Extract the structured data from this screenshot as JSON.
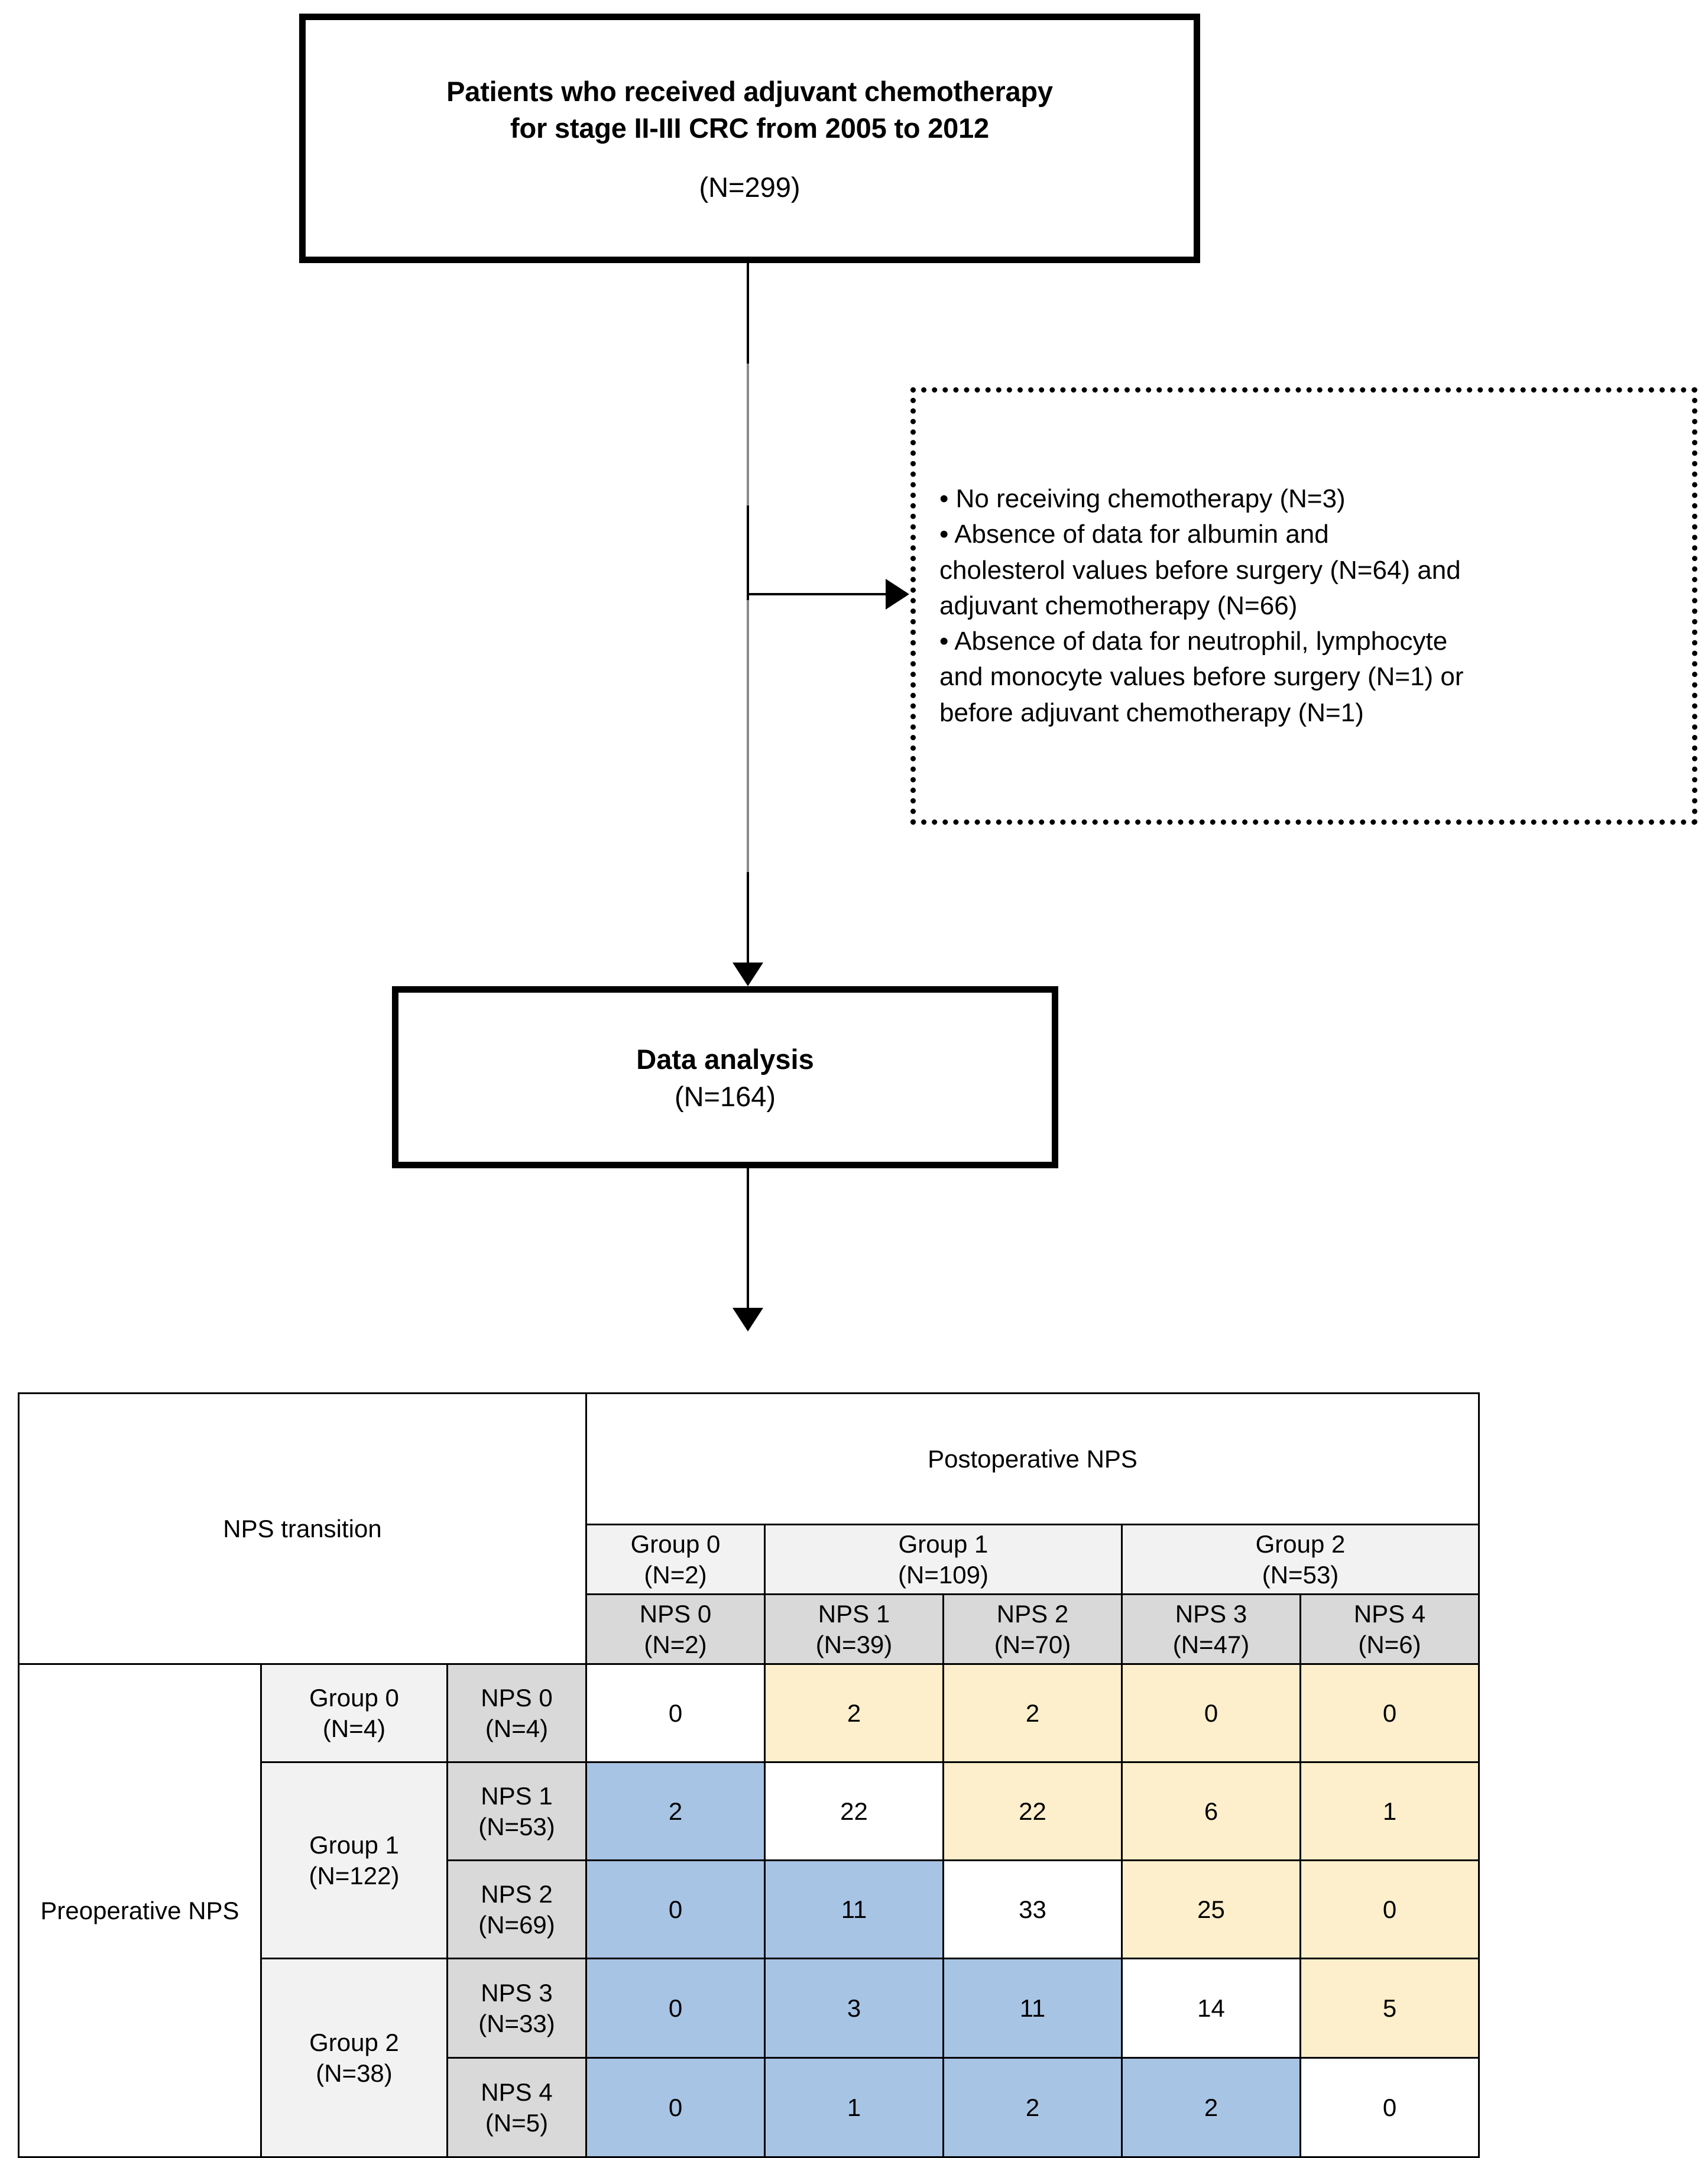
{
  "flowchart": {
    "top_box": {
      "line1": "Patients who received adjuvant chemotherapy",
      "line2": "for stage II-III CRC from 2005 to 2012",
      "count": "(N=299)"
    },
    "exclusion_box": {
      "items": [
        "• No receiving chemotherapy (N=3)",
        "• Absence of data for albumin and",
        "cholesterol values before surgery (N=64) and",
        "adjuvant chemotherapy (N=66)",
        "• Absence of data for neutrophil, lymphocyte",
        "and monocyte values before surgery (N=1) or",
        "before adjuvant chemotherapy (N=1)"
      ]
    },
    "analysis_box": {
      "title": "Data analysis",
      "count": "(N=164)"
    }
  },
  "chart_data": {
    "type": "table",
    "title": "NPS transition",
    "row_axis_label": "Preoperative NPS",
    "column_axis_label": "Postoperative NPS",
    "column_groups": [
      {
        "label": "Group 0",
        "count": "(N=2)",
        "span": 1
      },
      {
        "label": "Group 1",
        "count": "(N=109)",
        "span": 2
      },
      {
        "label": "Group 2",
        "count": "(N=53)",
        "span": 2
      }
    ],
    "columns": [
      {
        "label": "NPS 0",
        "count": "(N=2)"
      },
      {
        "label": "NPS 1",
        "count": "(N=39)"
      },
      {
        "label": "NPS 2",
        "count": "(N=70)"
      },
      {
        "label": "NPS 3",
        "count": "(N=47)"
      },
      {
        "label": "NPS 4",
        "count": "(N=6)"
      }
    ],
    "row_groups": [
      {
        "label": "Group 0",
        "count": "(N=4)",
        "span": 1
      },
      {
        "label": "Group 1",
        "count": "(N=122)",
        "span": 2
      },
      {
        "label": "Group 2",
        "count": "(N=38)",
        "span": 2
      }
    ],
    "rows": [
      {
        "label": "NPS 0",
        "count": "(N=4)",
        "values": [
          0,
          2,
          2,
          0,
          0
        ]
      },
      {
        "label": "NPS 1",
        "count": "(N=53)",
        "values": [
          2,
          22,
          22,
          6,
          1
        ]
      },
      {
        "label": "NPS 2",
        "count": "(N=69)",
        "values": [
          0,
          11,
          33,
          25,
          0
        ]
      },
      {
        "label": "NPS 3",
        "count": "(N=33)",
        "values": [
          0,
          3,
          11,
          14,
          5
        ]
      },
      {
        "label": "NPS 4",
        "count": "(N=5)",
        "values": [
          0,
          1,
          2,
          2,
          0
        ]
      }
    ],
    "cell_colors": {
      "diagonal": "#FFFFFF",
      "improved": "#A8C4E5",
      "worsened": "#FDEFCB"
    }
  }
}
